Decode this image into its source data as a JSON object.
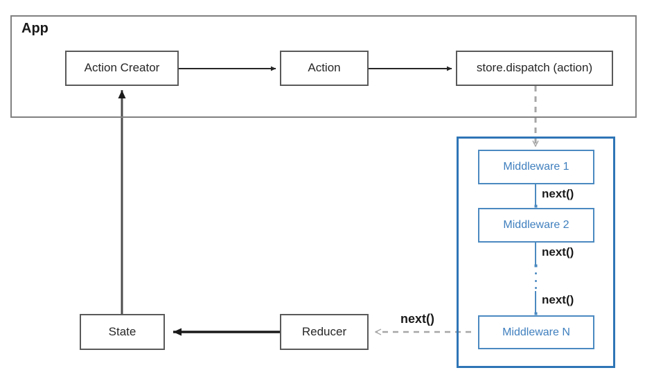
{
  "diagram": {
    "title_caption": "App",
    "colors": {
      "box_border_dark": "#595959",
      "group_border_dark": "#808080",
      "middleware_border": "#4A89C0",
      "middleware_text": "#3F7FBE",
      "middleware_panel_border": "#2E75B6",
      "solid_arrow": "#262626",
      "dashed_arrow": "#A6A6A6",
      "text_dark": "#262626",
      "background": "#FFFFFF"
    },
    "app_group": {
      "label": "App",
      "nodes": [
        {
          "id": "action-creator",
          "label": "Action Creator"
        },
        {
          "id": "action",
          "label": "Action"
        },
        {
          "id": "store-dispatch",
          "label": "store.dispatch (action)"
        }
      ]
    },
    "middleware_panel": {
      "nodes": [
        {
          "id": "middleware-1",
          "label": "Middleware 1"
        },
        {
          "id": "middleware-2",
          "label": "Middleware 2"
        },
        {
          "id": "middleware-n",
          "label": "Middleware N"
        }
      ],
      "ellipsis": "vertical-ellipsis",
      "next_labels": [
        "next()",
        "next()",
        "next()"
      ]
    },
    "bottom_nodes": [
      {
        "id": "state",
        "label": "State"
      },
      {
        "id": "reducer",
        "label": "Reducer"
      }
    ],
    "edges": [
      {
        "id": "action-creator-to-action",
        "style": "solid",
        "label": ""
      },
      {
        "id": "action-to-store-dispatch",
        "style": "solid",
        "label": ""
      },
      {
        "id": "store-dispatch-to-middleware-1",
        "style": "dashed",
        "label": ""
      },
      {
        "id": "middleware-1-to-middleware-2",
        "style": "solid",
        "label": "next()"
      },
      {
        "id": "middleware-2-to-ellipsis",
        "style": "solid",
        "label": "next()"
      },
      {
        "id": "ellipsis-to-middleware-n",
        "style": "solid",
        "label": "next()"
      },
      {
        "id": "middleware-n-to-reducer",
        "style": "dashed",
        "label": "next()"
      },
      {
        "id": "reducer-to-state",
        "style": "solid",
        "label": ""
      },
      {
        "id": "state-to-action-creator",
        "style": "solid",
        "label": ""
      }
    ],
    "reducer_edge_label": "next()"
  }
}
